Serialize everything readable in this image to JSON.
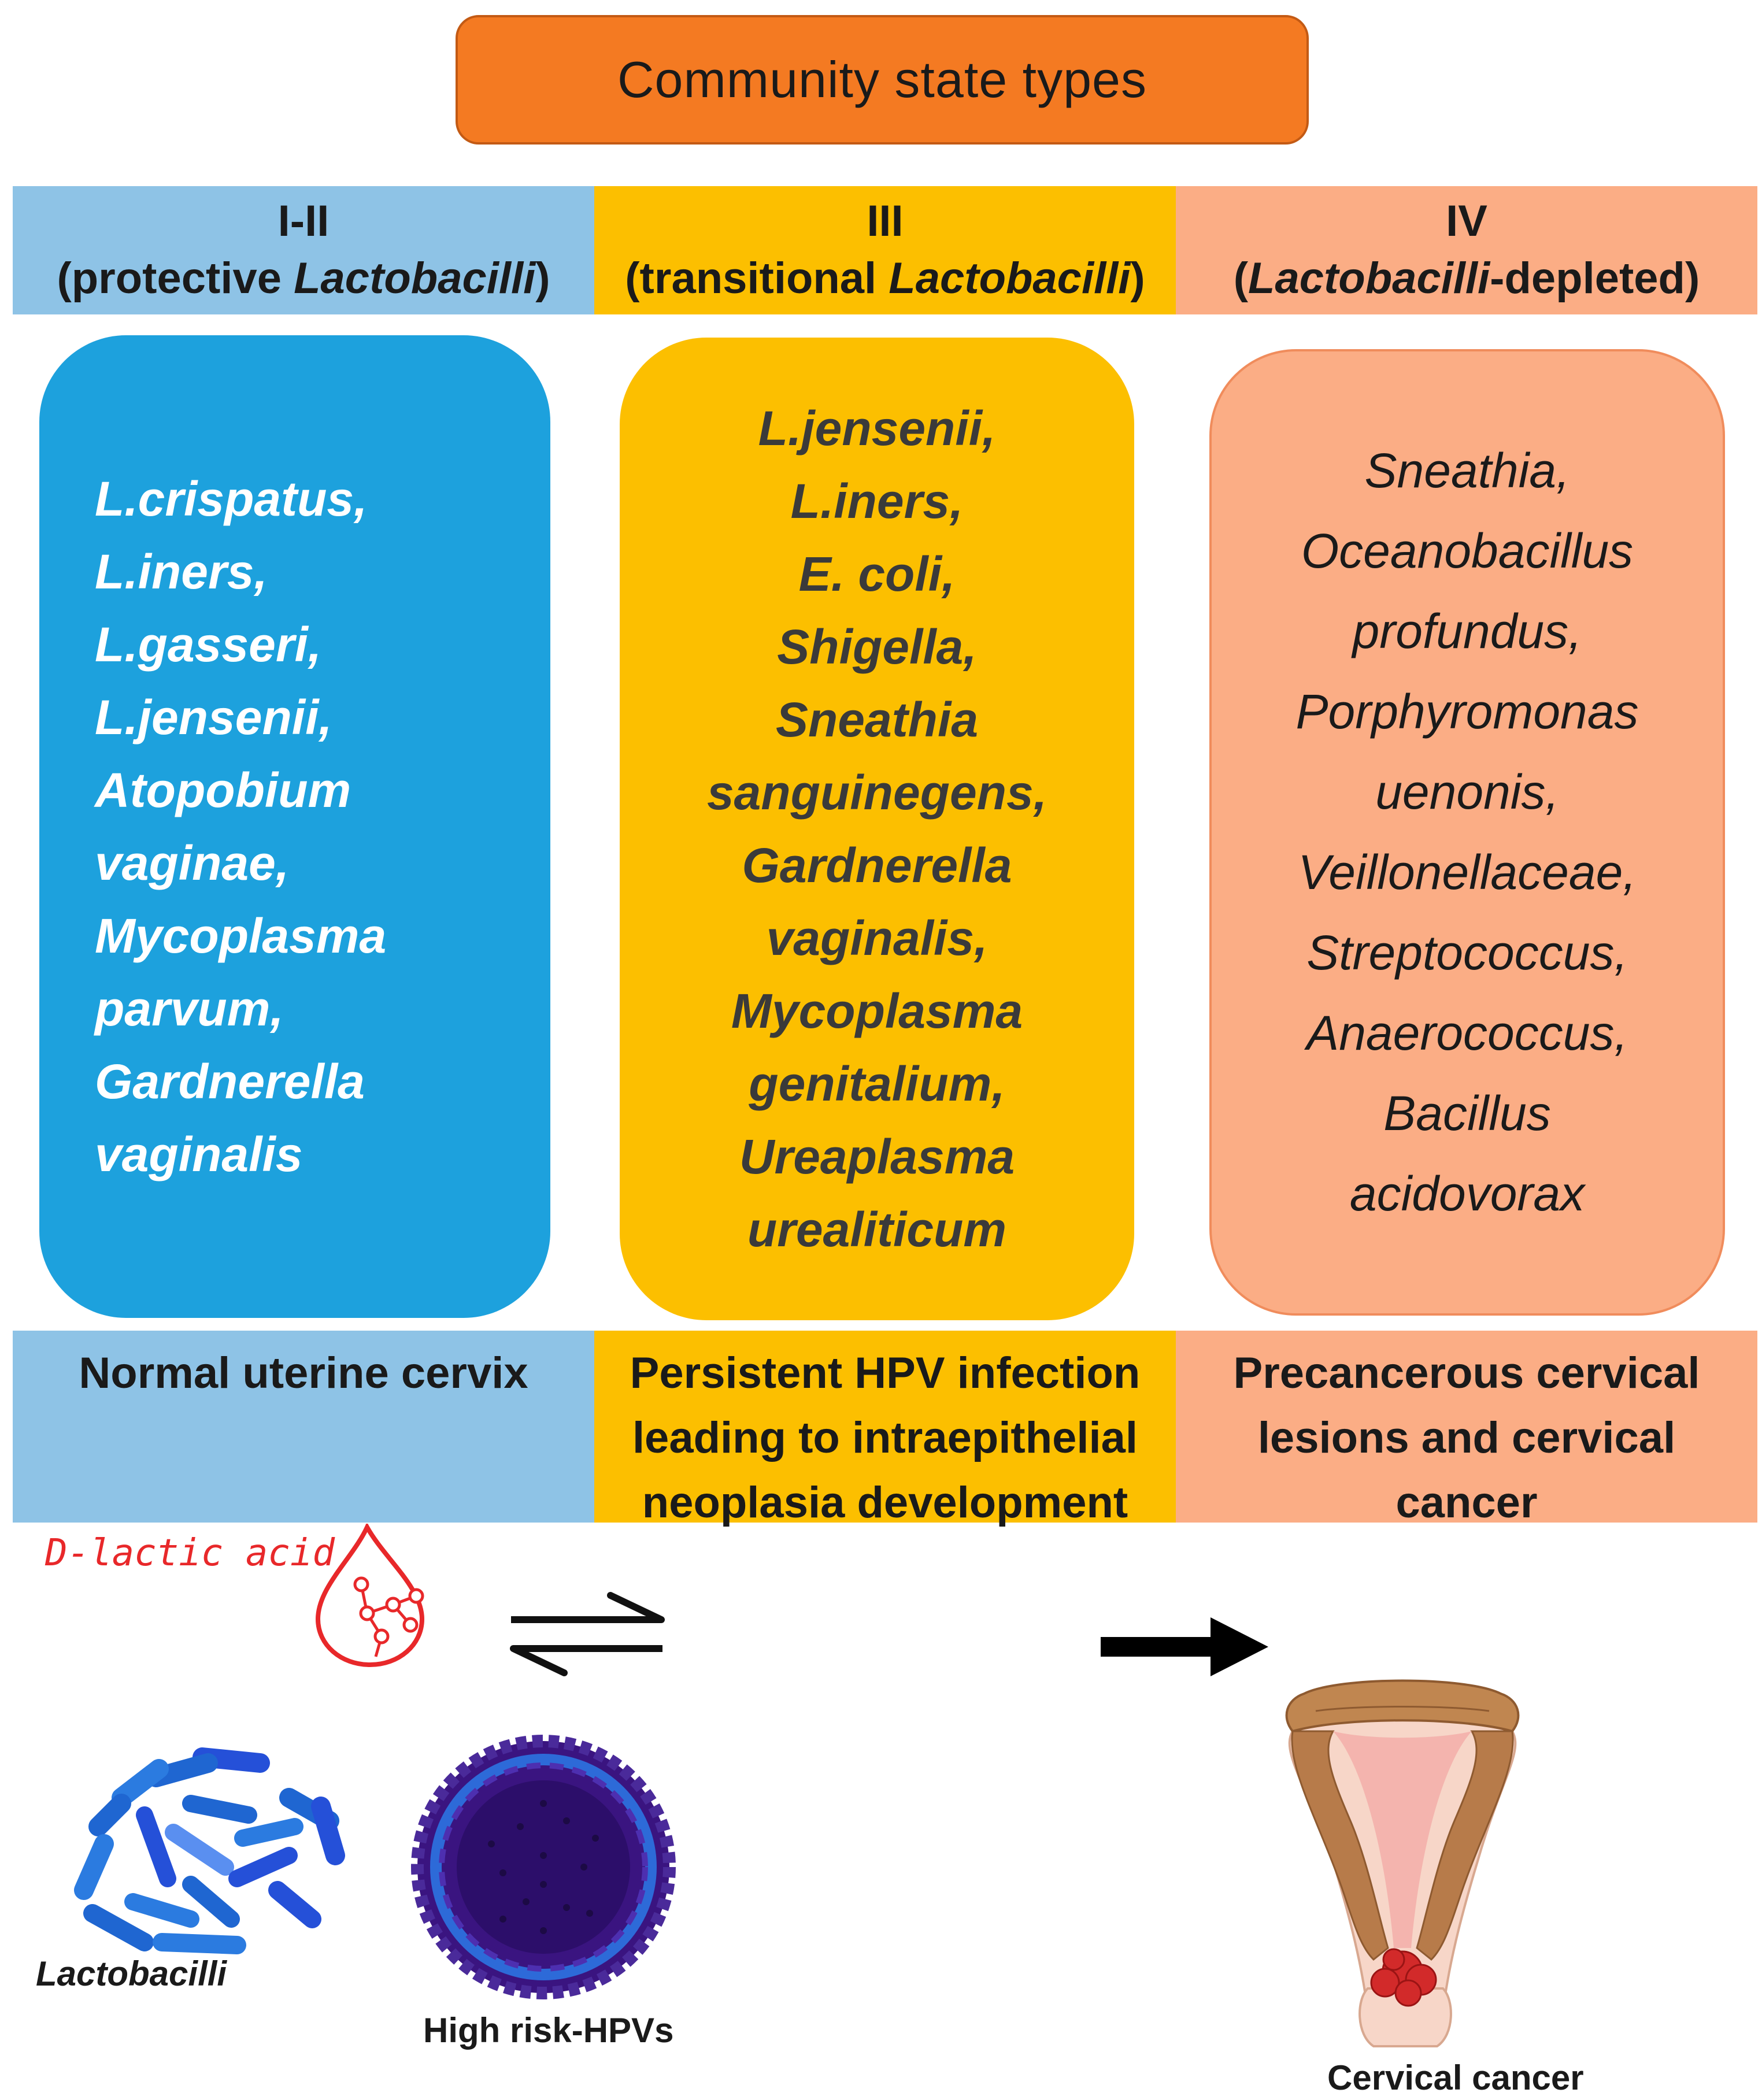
{
  "title": "Community state types",
  "columns": [
    {
      "header_num": "I-II",
      "header_pre": "(protective ",
      "header_em": "Lactobacilli",
      "header_post": ")",
      "species": [
        "L.crispatus,",
        "L.iners,",
        "L.gasseri,",
        "L.jensenii,",
        "Atopobium",
        "vaginae,",
        "Mycoplasma",
        "parvum,",
        "Gardnerella",
        "vaginalis"
      ],
      "outcome": [
        "Normal uterine cervix"
      ]
    },
    {
      "header_num": "III",
      "header_pre": "(transitional ",
      "header_em": "Lactobacilli",
      "header_post": ")",
      "species": [
        "L.jensenii,",
        "L.iners,",
        "E. coli,",
        "Shigella,",
        "Sneathia",
        "sanguinegens,",
        "Gardnerella",
        "vaginalis,",
        "Mycoplasma",
        "genitalium,",
        "Ureaplasma",
        "urealiticum"
      ],
      "outcome": [
        "Persistent HPV infection",
        "leading to intraepithelial",
        "neoplasia development"
      ]
    },
    {
      "header_num": "IV",
      "header_pre": "(",
      "header_em": "Lactobacilli",
      "header_post": "-depleted)",
      "species": [
        "Sneathia,",
        "Oceanobacillus",
        "profundus,",
        "Porphyromonas",
        "uenonis,",
        "Veillonellaceae,",
        "Streptococcus,",
        "Anaerococcus,",
        "Bacillus",
        "acidovorax"
      ],
      "outcome": [
        "Precancerous cervical",
        "lesions and cervical",
        "cancer"
      ]
    }
  ],
  "illustrations": {
    "d_lactic_acid_label": "D-lactic acid",
    "lactobacilli_label": "Lactobacilli",
    "hpv_label": "High risk-HPVs",
    "cancer_label": "Cervical cancer",
    "icons": [
      "acid-drop-molecule-icon",
      "equilibrium-arrows-icon",
      "lactobacilli-bacteria-icon",
      "hpv-virus-icon",
      "right-arrow-icon",
      "uterus-cancer-icon"
    ]
  },
  "colors": {
    "title_bg": "#f47a22",
    "col1_header": "#8ec3e6",
    "col1_box": "#1da1dd",
    "col2": "#fcbf00",
    "col3": "#fbad85",
    "acid_red": "#e8282a",
    "bacteria_blue": "#1f66d1",
    "virus_purple": "#3a1480"
  }
}
